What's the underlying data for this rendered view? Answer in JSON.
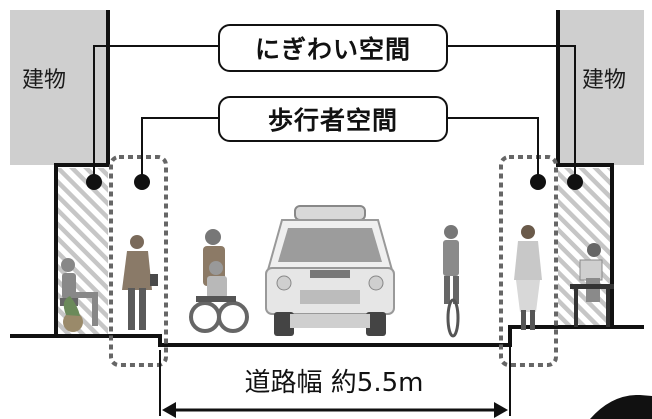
{
  "buildings": {
    "left_label": "建物",
    "right_label": "建物"
  },
  "zones": {
    "lively_space": "にぎわい空間",
    "pedestrian_space": "歩行者空間"
  },
  "road": {
    "width_label": "道路幅 約5.5m"
  },
  "colors": {
    "building_fill": "#cfcfcf",
    "outline": "#111111",
    "hatch": "#bdbdbd",
    "figure": "#7a7a7a"
  }
}
